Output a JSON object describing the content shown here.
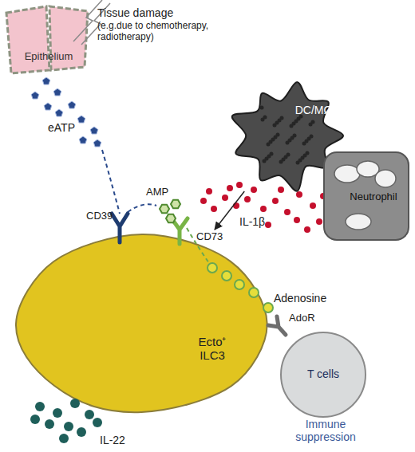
{
  "diagram": {
    "nodes": [
      {
        "text": [
          "Epithelium"
        ]
      },
      {
        "text": [
          "DC/MØ"
        ]
      },
      {
        "text": [
          "Neutrophil"
        ]
      },
      {
        "text": [
          "Ecto⁺ ILC3"
        ]
      },
      {
        "text": [
          "T cells"
        ]
      }
    ],
    "edges": [
      {
        "from": 1,
        "to": 3,
        "arrow": "to"
      }
    ],
    "labels": [
      "Tissue damage",
      "(e.g.due to chemotherapy, radiotherapy)",
      "eATP",
      "IL-1β",
      "CD39",
      "AMP",
      "CD73",
      "Adenosine",
      "AdoR",
      "Immune suppression",
      "IL-22"
    ]
  }
}
